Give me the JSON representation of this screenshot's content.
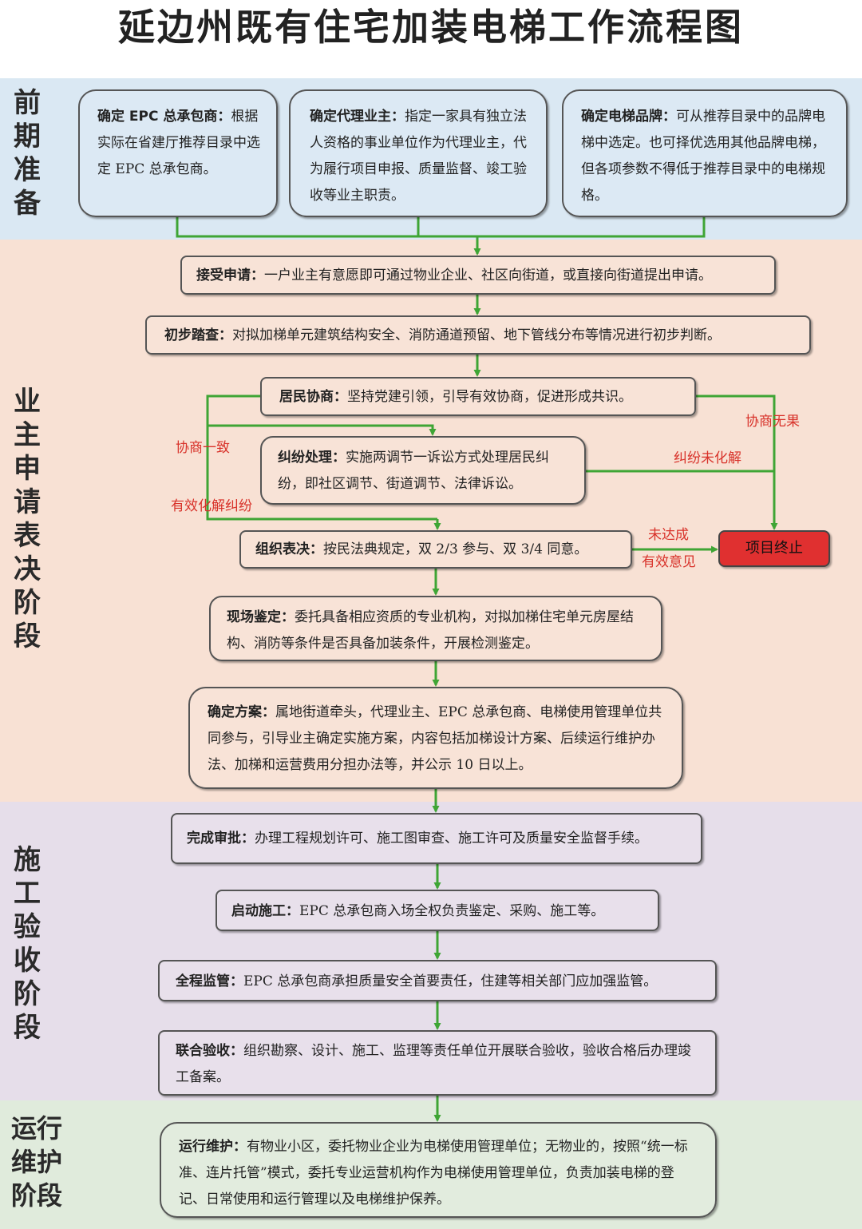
{
  "title": "延边州既有住宅加装电梯工作流程图",
  "colors": {
    "band_prep": "#dae8f3",
    "band_apply": "#f8e1d4",
    "band_build": "#e6deea",
    "band_ops": "#e0ebdc",
    "connector": "#3fa535",
    "label": "#d8322a",
    "terminal": "#e03030"
  },
  "stages": {
    "prep": "前期准备",
    "apply": "业主申请表决阶段",
    "build": "施工验收阶段",
    "ops_line1": "运行",
    "ops_line2": "维护",
    "ops_line3": "阶段"
  },
  "boxes": {
    "epc": {
      "lead": "确定 EPC 总承包商：",
      "text": "根据实际在省建厅推荐目录中选定 EPC 总承包商。"
    },
    "agent": {
      "lead": "确定代理业主：",
      "text": "指定一家具有独立法人资格的事业单位作为代理业主，代为履行项目申报、质量监督、竣工验收等业主职责。"
    },
    "brand": {
      "lead": "确定电梯品牌：",
      "text": "可从推荐目录中的品牌电梯中选定。也可择优选用其他品牌电梯，但各项参数不得低于推荐目录中的电梯规格。"
    },
    "accept": {
      "lead": "接受申请：",
      "text": "一户业主有意愿即可通过物业企业、社区向街道，或直接向街道提出申请。"
    },
    "survey": {
      "lead": "初步踏查：",
      "text": "对拟加梯单元建筑结构安全、消防通道预留、地下管线分布等情况进行初步判断。"
    },
    "negotiate": {
      "lead": "居民协商：",
      "text": "坚持党建引领，引导有效协商，促进形成共识。"
    },
    "dispute": {
      "lead": "纠纷处理：",
      "text": "实施两调节一诉讼方式处理居民纠纷，即社区调节、街道调节、法律诉讼。"
    },
    "vote": {
      "lead": "组织表决：",
      "text": "按民法典规定，双 2/3 参与、双 3/4 同意。"
    },
    "inspect": {
      "lead": "现场鉴定：",
      "text": "委托具备相应资质的专业机构，对拟加梯住宅单元房屋结构、消防等条件是否具备加装条件，开展检测鉴定。"
    },
    "plan": {
      "lead": "确定方案：",
      "text": "属地街道牵头，代理业主、EPC 总承包商、电梯使用管理单位共同参与，引导业主确定实施方案，内容包括加梯设计方案、后续运行维护办法、加梯和运营费用分担办法等，并公示 10 日以上。"
    },
    "approve": {
      "lead": "完成审批：",
      "text": "办理工程规划许可、施工图审查、施工许可及质量安全监督手续。"
    },
    "start": {
      "lead": "启动施工：",
      "text": "EPC 总承包商入场全权负责鉴定、采购、施工等。"
    },
    "supervise": {
      "lead": "全程监管：",
      "text": "EPC 总承包商承担质量安全首要责任，住建等相关部门应加强监管。"
    },
    "joint": {
      "lead": "联合验收：",
      "text": "组织勘察、设计、施工、监理等责任单位开展联合验收，验收合格后办理竣工备案。"
    },
    "maintain": {
      "lead": "运行维护：",
      "text": "有物业小区，委托物业企业为电梯使用管理单位；无物业的，按照“统一标准、连片托管”模式，委托专业运营机构作为电梯使用管理单位，负责加装电梯的登记、日常使用和运行管理以及电梯维护保养。"
    }
  },
  "terminal": "项目终止",
  "labels": {
    "agree": "协商一致",
    "resolved": "有效化解纠纷",
    "no_result": "协商无果",
    "unresolved": "纠纷未化解",
    "not_reached_1": "未达成",
    "not_reached_2": "有效意见"
  }
}
